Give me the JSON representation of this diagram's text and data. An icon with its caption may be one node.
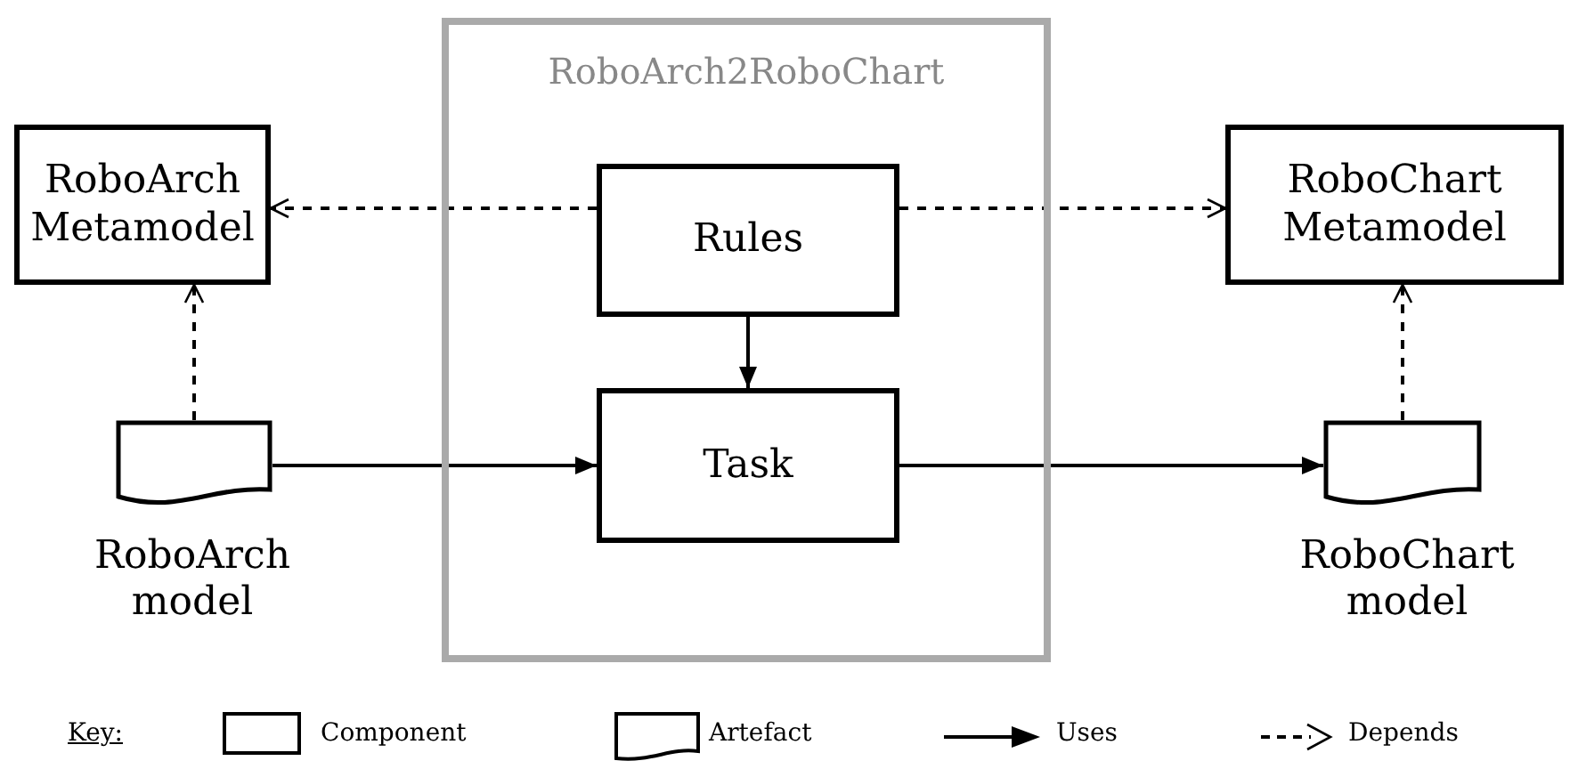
{
  "diagram": {
    "nodes": [
      {
        "text": [
          "RoboArch2RoboChart"
        ]
      },
      {
        "text": [
          "RoboArch Metamodel"
        ]
      },
      {
        "text": [
          "Rules"
        ],
        "in": 0
      },
      {
        "text": [
          "RoboChart Metamodel"
        ]
      },
      {
        "text": [
          "Task"
        ],
        "in": 0
      },
      {
        "text": [],
        "shape": "document",
        "beside": [
          "RoboArch model"
        ]
      },
      {
        "text": [],
        "shape": "document",
        "beside": [
          "RoboChart model"
        ]
      }
    ],
    "edges": [
      {
        "from": 2,
        "to": 1,
        "arrow": "to",
        "style": "dashed"
      },
      {
        "from": 2,
        "to": 3,
        "arrow": "to",
        "style": "dashed"
      },
      {
        "from": 2,
        "to": 4,
        "arrow": "to"
      },
      {
        "from": 5,
        "to": 1,
        "arrow": "to",
        "style": "dashed"
      },
      {
        "from": 5,
        "to": 4,
        "arrow": "to"
      },
      {
        "from": 4,
        "to": 6,
        "arrow": "to"
      },
      {
        "from": 6,
        "to": 3,
        "arrow": "to",
        "style": "dashed"
      }
    ],
    "labels": [
      "Key:"
    ],
    "legend": [
      {
        "text": "Component"
      },
      {
        "text": "Artefact"
      },
      {
        "text": "Uses"
      },
      {
        "text": "Depends"
      }
    ]
  }
}
